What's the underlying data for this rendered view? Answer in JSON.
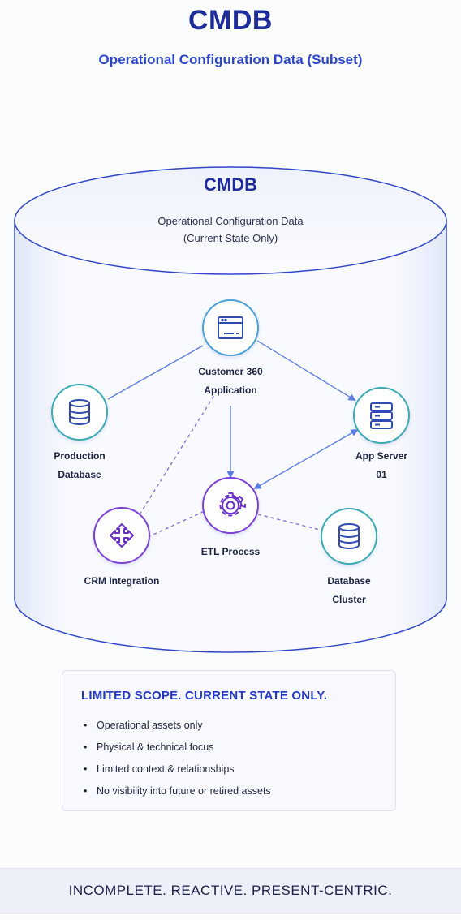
{
  "header": {
    "title": "CMDB",
    "subtitle": "Operational Configuration Data (Subset)"
  },
  "database": {
    "title": "CMDB",
    "subtitle": "Operational Configuration Data\n(Current State Only)"
  },
  "nodes": {
    "customer360": {
      "label": "Customer 360\nApplication",
      "icon": "app-window-icon",
      "color": "#4a9fd6"
    },
    "production_db": {
      "label": "Production\nDatabase",
      "icon": "database-icon",
      "color": "#3aaab4"
    },
    "app_server": {
      "label": "App Server\n01",
      "icon": "server-icon",
      "color": "#3aaab4"
    },
    "etl": {
      "label": "ETL Process",
      "icon": "gear-icon",
      "color": "#7b3fd6"
    },
    "crm": {
      "label": "CRM Integration",
      "icon": "integration-icon",
      "color": "#7b3fd6"
    },
    "db_cluster": {
      "label": "Database\nCluster",
      "icon": "database-icon",
      "color": "#3aaab4"
    }
  },
  "scope": {
    "title": "LIMITED SCOPE. CURRENT STATE ONLY.",
    "items": [
      "Operational assets only",
      "Physical & technical focus",
      "Limited context & relationships",
      "No visibility into future or retired assets"
    ]
  },
  "footer": {
    "text": "INCOMPLETE. REACTIVE. PRESENT-CENTRIC."
  },
  "colors": {
    "brand": "#1f2d9a",
    "accent_blue": "#4a6fd6",
    "accent_purple": "#7b3fd6",
    "accent_teal": "#3aaab4"
  }
}
